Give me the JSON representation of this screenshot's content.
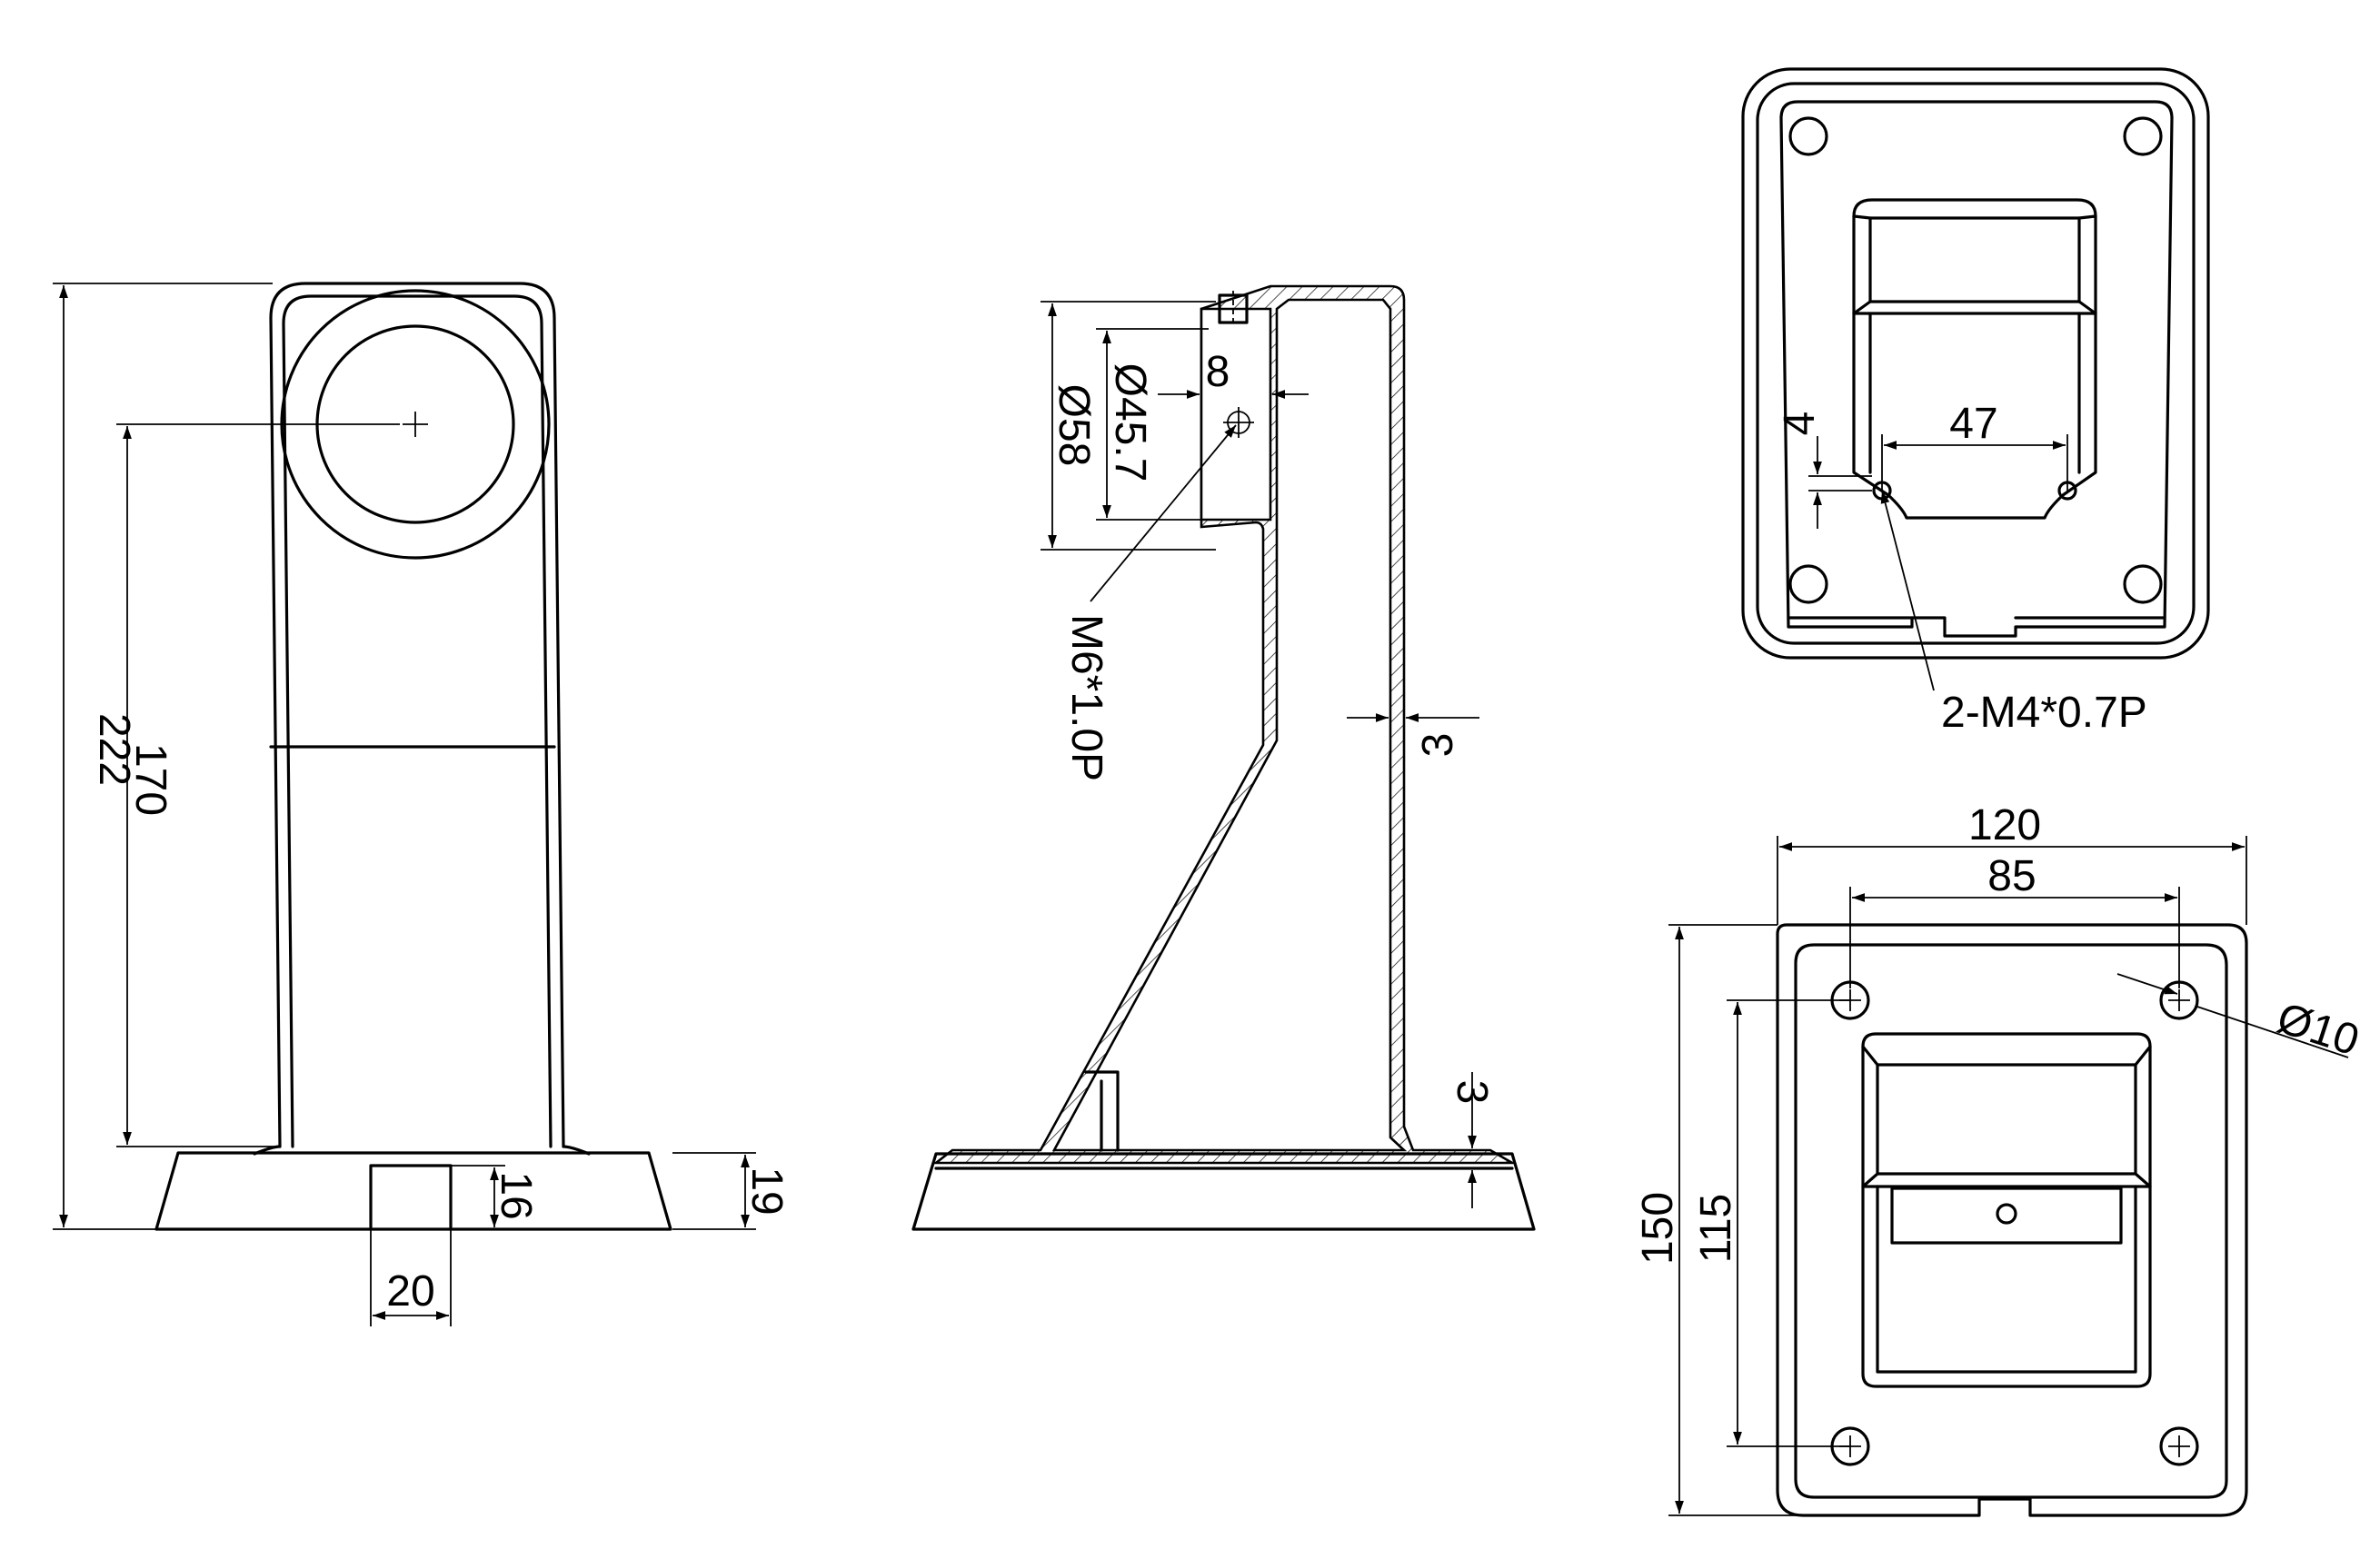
{
  "front_view": {
    "dim_overall_height": "222",
    "dim_center_height": "170",
    "dim_base_height": "19",
    "dim_notch_height": "16",
    "dim_notch_width": "20"
  },
  "section_view": {
    "dim_outer_diameter": "Ø58",
    "dim_inner_diameter": "Ø45.7",
    "dim_bore_depth": "8",
    "label_thread": "M6*1.0P",
    "dim_wall_thickness": "3",
    "dim_base_thickness": "3"
  },
  "top_view": {
    "dim_slot_width": "47",
    "dim_offset": "4",
    "label_holes": "2-M4*0.7P"
  },
  "bottom_view": {
    "dim_overall_width": "120",
    "dim_hole_spacing_x": "85",
    "dim_overall_depth": "150",
    "dim_hole_spacing_y": "115",
    "dim_hole_diameter": "Ø10"
  },
  "colors": {
    "line": "#000000",
    "background": "#ffffff"
  }
}
